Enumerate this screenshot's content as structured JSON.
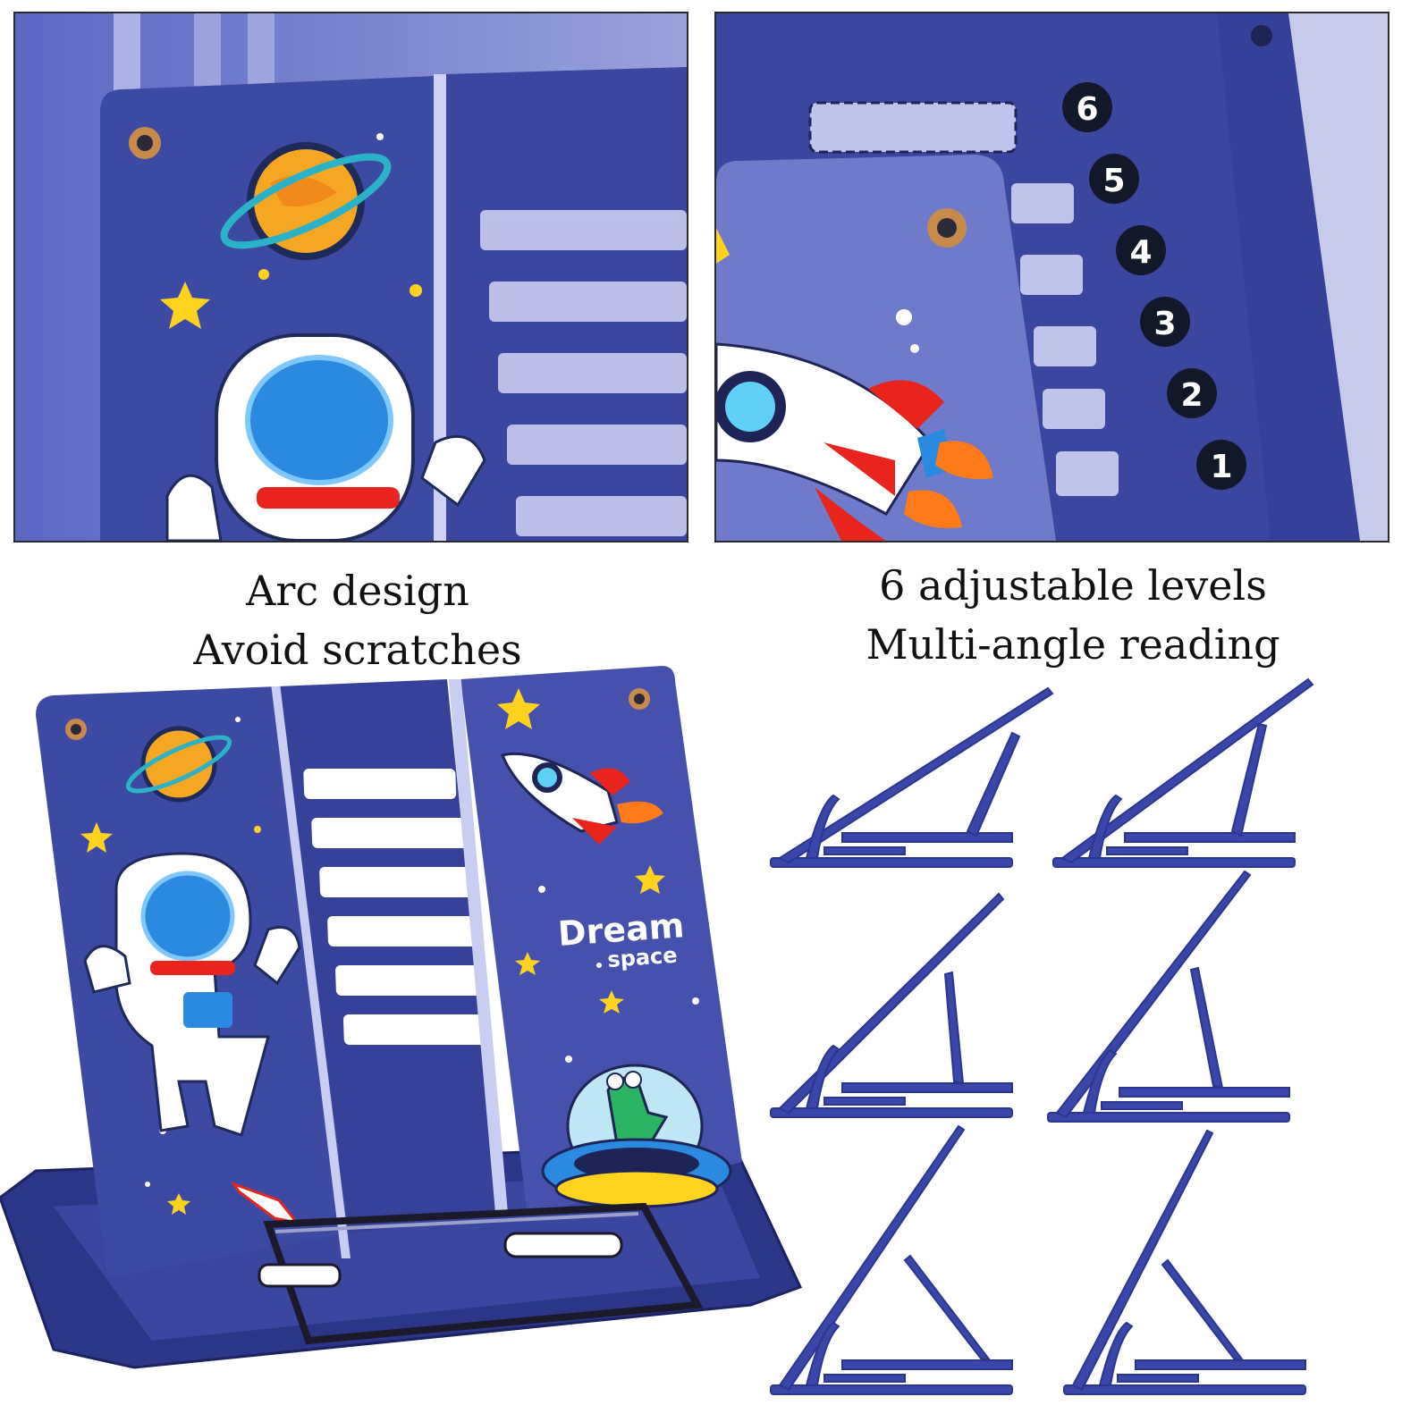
{
  "captions": {
    "left_line1": "Arc design",
    "left_line2": "Avoid scratches",
    "right_line1": "6 adjustable levels",
    "right_line2": "Multi-angle reading"
  },
  "level_numbers": [
    "6",
    "5",
    "4",
    "3",
    "2",
    "1"
  ],
  "board_text": {
    "dream": "Dream",
    "space": "space"
  },
  "colors": {
    "board_blue": "#3d4aa3",
    "board_dark": "#2c3688",
    "accent_yellow": "#ffd21f",
    "rocket_red": "#e8241c"
  },
  "icons": [
    "planet-icon",
    "astronaut-icon",
    "rocket-icon",
    "ufo-dinosaur-icon",
    "star-icon"
  ]
}
